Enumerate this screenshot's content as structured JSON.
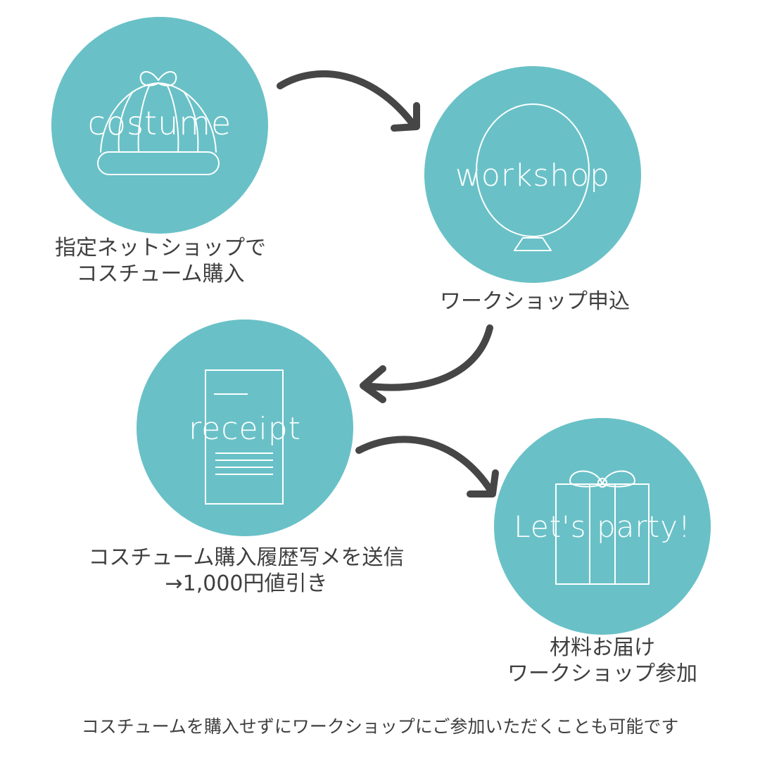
{
  "colors": {
    "circle": "#69c1c7",
    "arrow": "#464646",
    "text": "#3f3f3f",
    "icon_line": "#ffffff"
  },
  "steps": [
    {
      "circle_label": "costume",
      "icon": "knit-hat-icon",
      "caption_lines": [
        "指定ネットショップで",
        "コスチューム購入"
      ]
    },
    {
      "circle_label": "workshop",
      "icon": "balloon-icon",
      "caption_lines": [
        "ワークショップ申込"
      ]
    },
    {
      "circle_label": "receipt",
      "icon": "receipt-icon",
      "caption_lines": [
        "コスチューム購入履歴写メを送信",
        "→1,000円値引き"
      ]
    },
    {
      "circle_label": "Let's party!",
      "icon": "gift-box-icon",
      "caption_lines": [
        "材料お届け",
        "ワークショップ参加"
      ]
    }
  ],
  "arrows": [
    "arrow-right-icon",
    "arrow-left-down-icon",
    "arrow-right-down-icon"
  ],
  "footnote": "コスチュームを購入せずにワークショップにご参加いただくことも可能です"
}
